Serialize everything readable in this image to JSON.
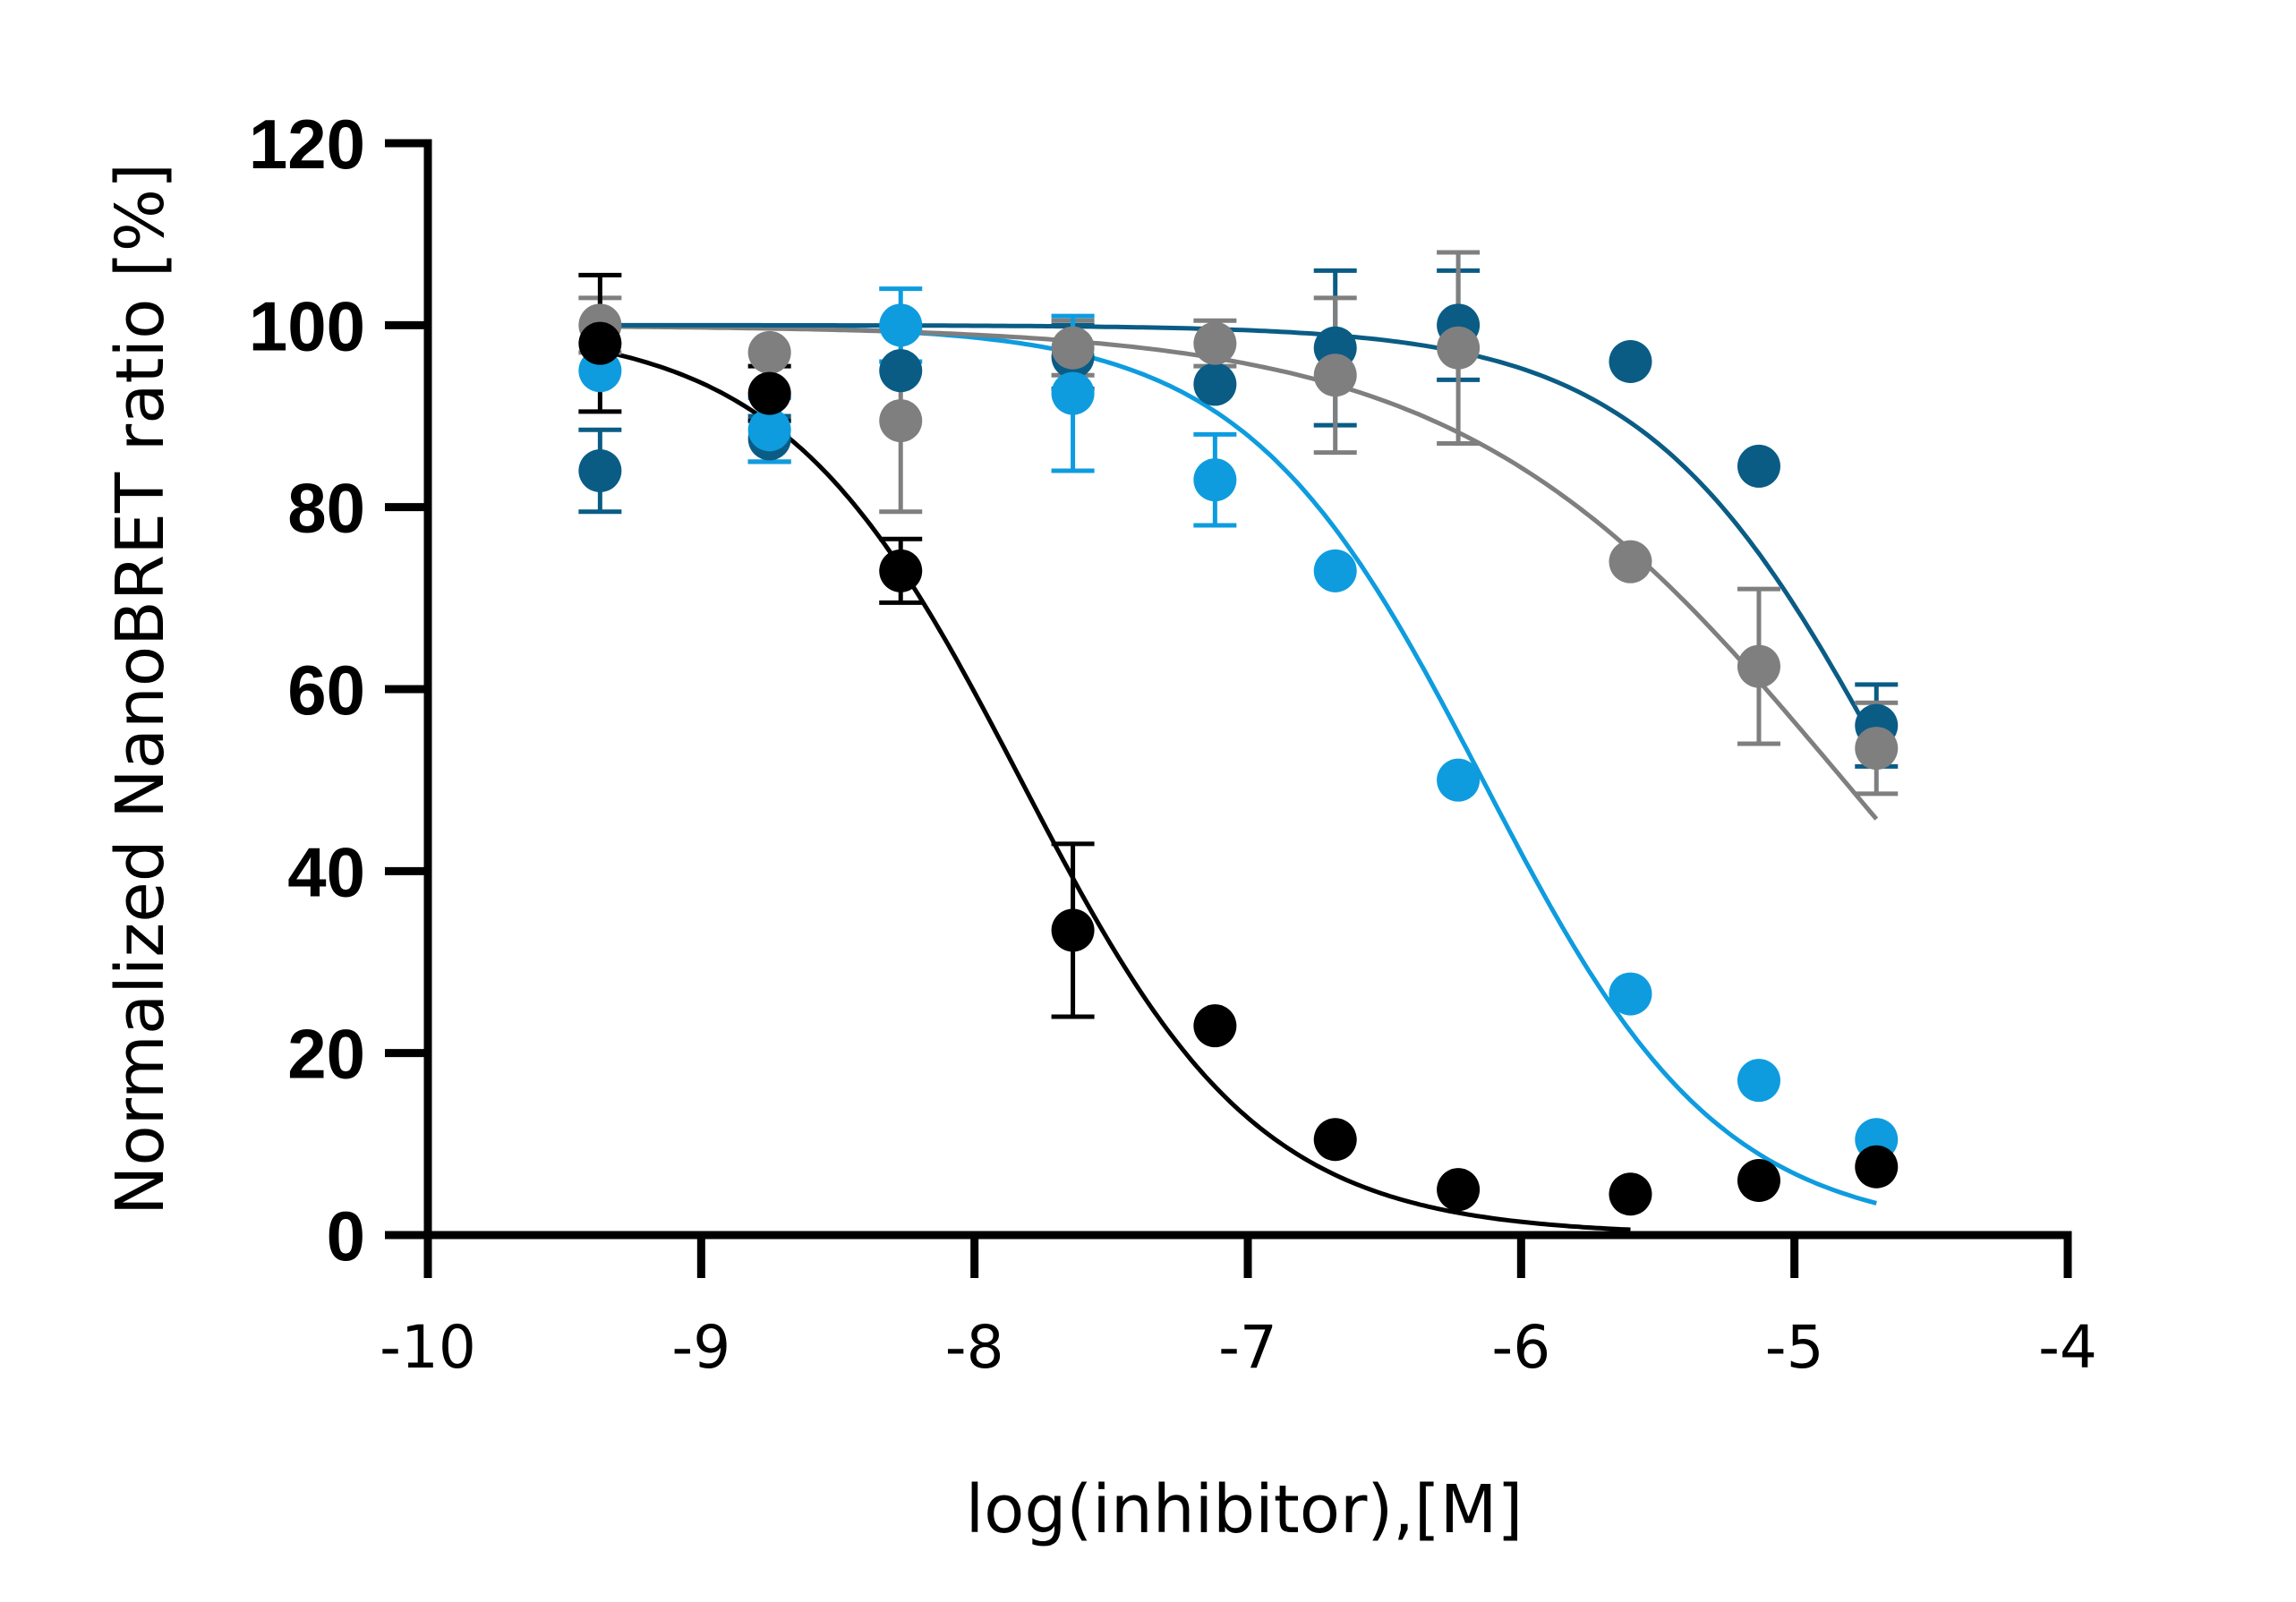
{
  "chart_data": {
    "type": "scatter",
    "title": "",
    "xlabel": "log(inhibitor),[M]",
    "ylabel": "Normalized NanoBRET ratio [%]",
    "xlim": [
      -10,
      -4
    ],
    "ylim": [
      0,
      120
    ],
    "xticks": [
      -10,
      -9,
      -8,
      -7,
      -6,
      -5,
      -4
    ],
    "xtick_labels": [
      "-10",
      "-9",
      "-8",
      "-7",
      "-6",
      "-5",
      "-4"
    ],
    "yticks": [
      0,
      20,
      40,
      60,
      80,
      100,
      120
    ],
    "ytick_labels": [
      "0",
      "20",
      "40",
      "60",
      "80",
      "100",
      "120"
    ],
    "grid": false,
    "legend": "none",
    "x": [
      -9.37,
      -8.75,
      -8.27,
      -7.64,
      -7.12,
      -6.68,
      -6.23,
      -5.6,
      -5.13,
      -4.7
    ],
    "series": [
      {
        "color": "#000000",
        "y": [
          98,
          92.5,
          73,
          33.5,
          23,
          10.5,
          5,
          4.5,
          6,
          7.5
        ],
        "err": [
          7.5,
          3,
          3.5,
          9.5,
          null,
          null,
          null,
          null,
          null,
          null
        ],
        "fit": {
          "top": 100,
          "bottom": 0,
          "logIC50": -7.83,
          "hill": 1.0,
          "xrange": [
            -9.37,
            -5.6
          ]
        }
      },
      {
        "color": "#0e9cdf",
        "y": [
          95,
          88.5,
          100,
          92.5,
          83,
          73,
          50,
          26.5,
          17,
          10.5
        ],
        "err": [
          null,
          3.5,
          4,
          8.5,
          5,
          null,
          null,
          null,
          null,
          null
        ],
        "fit": {
          "top": 100,
          "bottom": 0,
          "logIC50": -6.14,
          "hill": 1.0,
          "xrange": [
            -9.37,
            -4.7
          ]
        }
      },
      {
        "color": "#7f7f7f",
        "y": [
          100,
          97,
          89.5,
          97.5,
          98,
          94.5,
          97.5,
          74,
          62.5,
          53.5
        ],
        "err": [
          3,
          null,
          10,
          3,
          2.5,
          8.5,
          10.5,
          null,
          8.5,
          5
        ],
        "fit": {
          "top": 100,
          "bottom": 0,
          "logIC50": -4.82,
          "hill": 0.62,
          "xrange": [
            -9.37,
            -4.7
          ]
        }
      },
      {
        "color": "#0a5c85",
        "y": [
          84,
          87.5,
          95,
          96.5,
          93.5,
          97.5,
          100,
          96,
          84.5,
          56
        ],
        "err": [
          4.5,
          2.5,
          null,
          3.5,
          null,
          8.5,
          6,
          null,
          null,
          4.5
        ],
        "fit": {
          "top": 100,
          "bottom": 0,
          "logIC50": -4.63,
          "hill": 0.95,
          "xrange": [
            -9.37,
            -4.7
          ]
        }
      }
    ]
  }
}
